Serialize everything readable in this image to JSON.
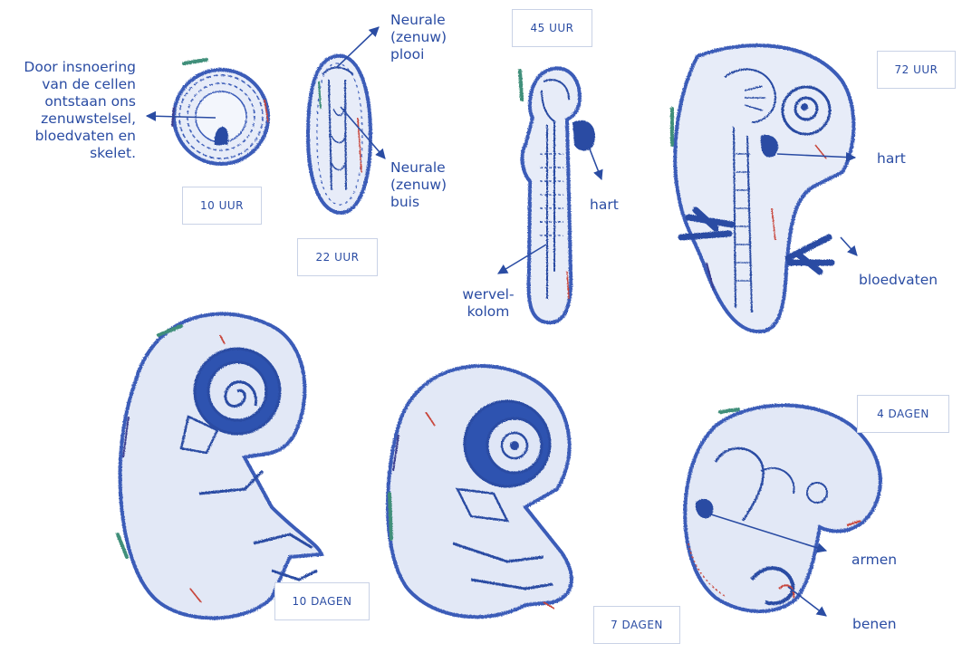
{
  "stages": {
    "h10": "10 UUR",
    "h22": "22 UUR",
    "h45": "45 UUR",
    "h72": "72 UUR",
    "d4": "4 DAGEN",
    "d7": "7 DAGEN",
    "d10": "10 DAGEN"
  },
  "annotations": {
    "insnoering": "Door insnoering\nvan de cellen\nontstaan ons\nzenuwstelsel,\nbloedvaten en\nskelet.",
    "plooi": "Neurale\n(zenuw)\nplooi",
    "buis": "Neurale\n(zenuw)\nbuis",
    "hart45": "hart",
    "wervelkolom": "wervel-\nkolom",
    "hart72": "hart",
    "bloedvaten": "bloedvaten",
    "armen": "armen",
    "benen": "benen"
  },
  "colors": {
    "ink": "#2a4ca3",
    "sketch": "#3a5bb8",
    "accent_red": "#c8453a",
    "accent_green": "#3f8f7a",
    "tag_border": "#c9d2e6"
  }
}
